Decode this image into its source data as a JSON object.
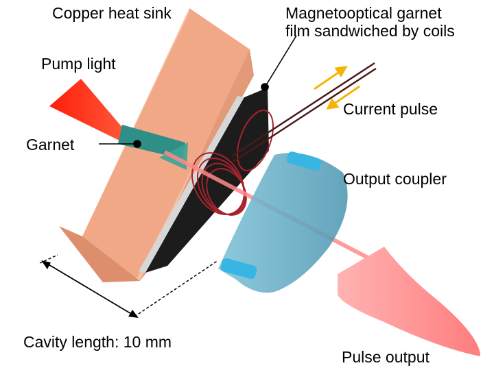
{
  "labels": {
    "copper_heat_sink": "Copper heat sink",
    "garnet_film_line1": "Magnetooptical garnet",
    "garnet_film_line2": "film sandwiched by coils",
    "pump_light": "Pump light",
    "current_pulse": "Current pulse",
    "garnet": "Garnet",
    "output_coupler": "Output coupler",
    "cavity_length": "Cavity length: 10 mm",
    "pulse_output": "Pulse output"
  },
  "colors": {
    "copper": "#f0a887",
    "copper_dark": "#d98c6b",
    "pump_light": "#ff2a10",
    "garnet": "#2e8f86",
    "film_plate": "#1c1c1c",
    "coil": "#a8222c",
    "current_arrow": "#f5b400",
    "output_coupler": "#5aa8c4",
    "pulse_output": "#ff8f8f"
  }
}
